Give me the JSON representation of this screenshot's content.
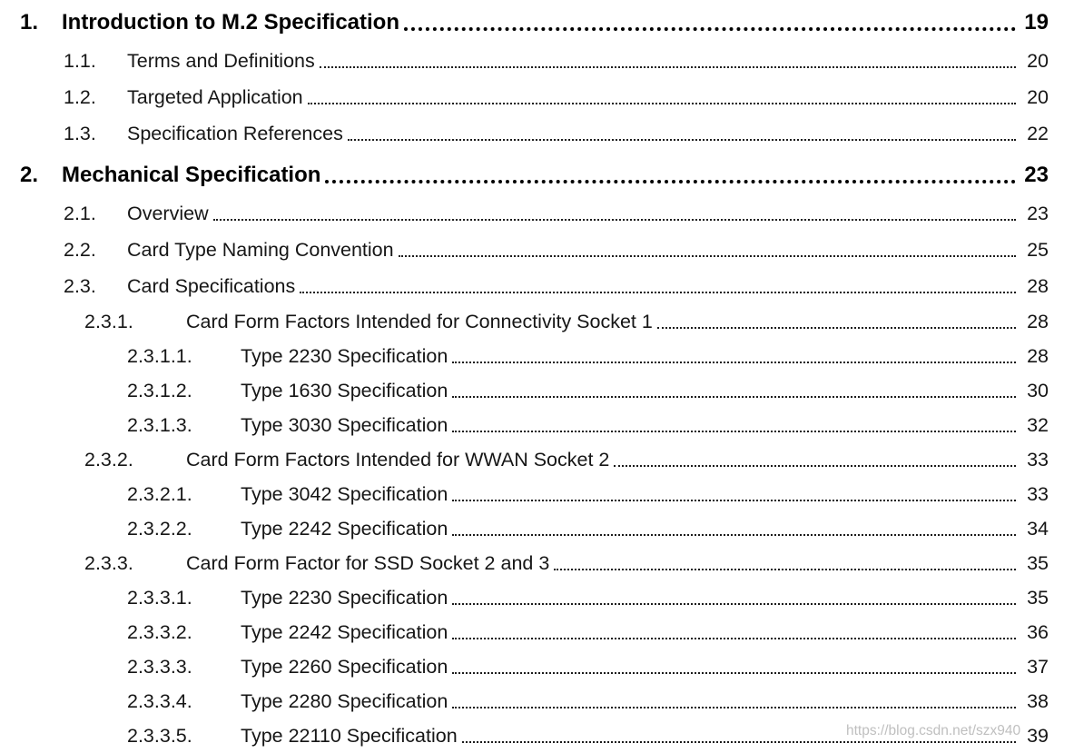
{
  "document": {
    "kind": "table-of-contents-page",
    "text_color": "#161616",
    "heading_color": "#000000",
    "background_color": "#ffffff"
  },
  "toc": {
    "entries": [
      {
        "num": "1.",
        "title": "Introduction to M.2 Specification",
        "page": "19",
        "level": 1,
        "bold": true
      },
      {
        "num": "1.1.",
        "title": "Terms and Definitions",
        "page": "20",
        "level": 2,
        "bold": false
      },
      {
        "num": "1.2.",
        "title": "Targeted Application",
        "page": "20",
        "level": 2,
        "bold": false
      },
      {
        "num": "1.3.",
        "title": "Specification References",
        "page": "22",
        "level": 2,
        "bold": false
      },
      {
        "num": "2.",
        "title": "Mechanical Specification",
        "page": "23",
        "level": 1,
        "bold": true
      },
      {
        "num": "2.1.",
        "title": "Overview",
        "page": "23",
        "level": 2,
        "bold": false
      },
      {
        "num": "2.2.",
        "title": "Card Type Naming Convention",
        "page": "25",
        "level": 2,
        "bold": false
      },
      {
        "num": "2.3.",
        "title": "Card Specifications",
        "page": "28",
        "level": 2,
        "bold": false
      },
      {
        "num": "2.3.1.",
        "title": "Card Form Factors Intended for Connectivity Socket 1",
        "page": "28",
        "level": 3,
        "bold": false
      },
      {
        "num": "2.3.1.1.",
        "title": "Type 2230 Specification",
        "page": "28",
        "level": 4,
        "bold": false
      },
      {
        "num": "2.3.1.2.",
        "title": "Type 1630 Specification",
        "page": "30",
        "level": 4,
        "bold": false
      },
      {
        "num": "2.3.1.3.",
        "title": "Type 3030 Specification",
        "page": "32",
        "level": 4,
        "bold": false
      },
      {
        "num": "2.3.2.",
        "title": "Card Form Factors Intended for WWAN Socket 2",
        "page": "33",
        "level": 3,
        "bold": false
      },
      {
        "num": "2.3.2.1.",
        "title": "Type 3042 Specification",
        "page": "33",
        "level": 4,
        "bold": false
      },
      {
        "num": "2.3.2.2.",
        "title": "Type 2242 Specification",
        "page": "34",
        "level": 4,
        "bold": false
      },
      {
        "num": "2.3.3.",
        "title": "Card Form Factor for SSD Socket 2 and 3",
        "page": "35",
        "level": 3,
        "bold": false
      },
      {
        "num": "2.3.3.1.",
        "title": "Type 2230 Specification",
        "page": "35",
        "level": 4,
        "bold": false
      },
      {
        "num": "2.3.3.2.",
        "title": "Type 2242 Specification",
        "page": "36",
        "level": 4,
        "bold": false
      },
      {
        "num": "2.3.3.3.",
        "title": "Type 2260 Specification",
        "page": "37",
        "level": 4,
        "bold": false
      },
      {
        "num": "2.3.3.4.",
        "title": "Type 2280 Specification",
        "page": "38",
        "level": 4,
        "bold": false
      },
      {
        "num": "2.3.3.5.",
        "title": "Type 22110 Specification",
        "page": "39",
        "level": 4,
        "bold": false
      }
    ]
  },
  "watermark": {
    "text": "https://blog.csdn.net/szx940"
  }
}
